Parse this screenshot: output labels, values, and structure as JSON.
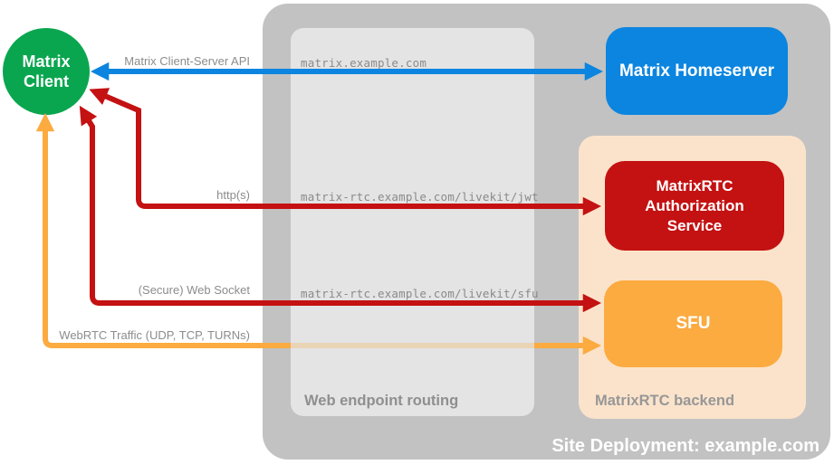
{
  "client": {
    "line1": "Matrix",
    "line2": "Client",
    "color": "#0aa64f"
  },
  "homeserver": {
    "label": "Matrix Homeserver",
    "color": "#0b85e0"
  },
  "auth_service": {
    "label": "MatrixRTC Authorization Service",
    "color": "#c41112"
  },
  "sfu": {
    "label": "SFU",
    "color": "#fbab40"
  },
  "routing": {
    "title": "Web endpoint routing",
    "bg": "#e4e4e4",
    "endpoints": [
      "matrix.example.com",
      "matrix-rtc.example.com/livekit/jwt",
      "matrix-rtc.example.com/livekit/sfu"
    ]
  },
  "backend": {
    "title": "MatrixRTC backend",
    "bg": "#fbe3cb"
  },
  "deployment": {
    "title": "Site Deployment: example.com",
    "bg": "#c2c2c2"
  },
  "arrows": {
    "client_server_api": {
      "label": "Matrix Client-Server API",
      "color": "#0b85e0",
      "style": "double-headed"
    },
    "https": {
      "label": "http(s)",
      "color": "#c41112",
      "style": "double-headed"
    },
    "websocket": {
      "label": "(Secure) Web Socket",
      "color": "#c41112",
      "style": "double-headed"
    },
    "webrtc": {
      "label": "WebRTC Traffic (UDP, TCP, TURNs)",
      "color": "#fbab40",
      "style": "double-headed"
    }
  }
}
